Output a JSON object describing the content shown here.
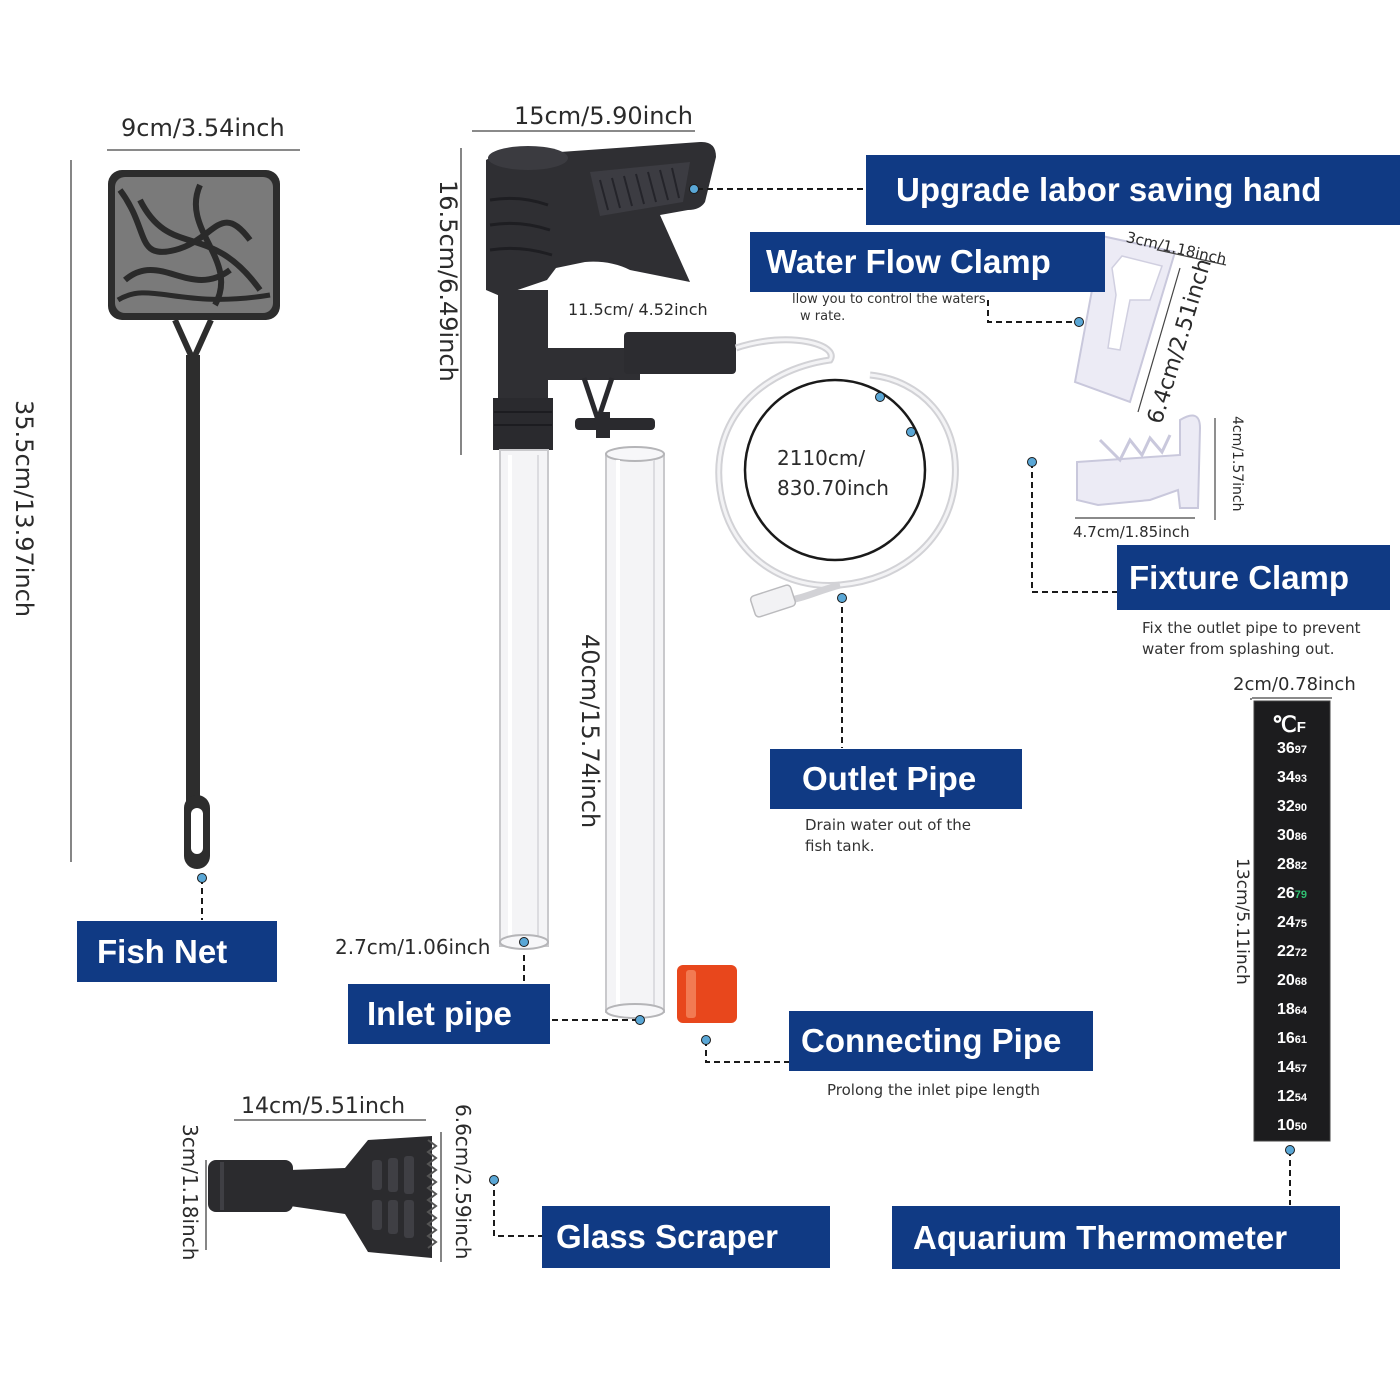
{
  "fish_net": {
    "label": "Fish Net",
    "width_dim": "9cm/3.54inch",
    "length_dim": "35.5cm/13.97inch"
  },
  "siphon": {
    "handle_width_dim": "15cm/5.90inch",
    "handle_height_dim": "16.5cm/6.49inch",
    "outlet_nozzle_dim": "11.5cm/ 4.52inch",
    "inlet_length_dim": "40cm/15.74inch",
    "inlet_diameter_dim": "2.7cm/1.06inch",
    "hose_line1": "2110cm/",
    "hose_line2": "830.70inch"
  },
  "upgrade_hand": {
    "label": "Upgrade labor saving hand"
  },
  "water_flow_clamp": {
    "label": "Water Flow Clamp",
    "desc_line1": "llow you to control the waters",
    "desc_line2": "w rate.",
    "width_dim": "3cm/1.18inch",
    "length_dim": "6.4cm/2.51inch"
  },
  "fixture_clamp": {
    "label": "Fixture Clamp",
    "height_dim": "4cm/1.57inch",
    "width_dim": "4.7cm/1.85inch",
    "desc_line1": "Fix the outlet pipe to prevent",
    "desc_line2": "water from splashing out."
  },
  "outlet_pipe": {
    "label": "Outlet Pipe",
    "desc_line1": "Drain water out of the",
    "desc_line2": "fish tank."
  },
  "inlet_pipe": {
    "label": "Inlet pipe"
  },
  "connecting_pipe": {
    "label": "Connecting Pipe",
    "desc": "Prolong the inlet pipe length"
  },
  "glass_scraper": {
    "label": "Glass Scraper",
    "width_dim": "14cm/5.51inch",
    "head_dim": "6.6cm/2.59inch",
    "handle_dim": "3cm/1.18inch"
  },
  "thermometer": {
    "label": "Aquarium Thermometer",
    "width_dim": "2cm/0.78inch",
    "length_dim": "13cm/5.11inch",
    "unit_c": "℃",
    "unit_f": "F",
    "scale": [
      {
        "c": "36",
        "f": "97"
      },
      {
        "c": "34",
        "f": "93"
      },
      {
        "c": "32",
        "f": "90"
      },
      {
        "c": "30",
        "f": "86"
      },
      {
        "c": "28",
        "f": "82"
      },
      {
        "c": "26",
        "f": "79"
      },
      {
        "c": "24",
        "f": "75"
      },
      {
        "c": "22",
        "f": "72"
      },
      {
        "c": "20",
        "f": "68"
      },
      {
        "c": "18",
        "f": "64"
      },
      {
        "c": "16",
        "f": "61"
      },
      {
        "c": "14",
        "f": "57"
      },
      {
        "c": "12",
        "f": "54"
      },
      {
        "c": "10",
        "f": "50"
      }
    ],
    "highlight_index": 5
  },
  "colors": {
    "label_bg": "#103a84",
    "connector_dot": "#5aa7d6",
    "highlight": "#2fbf71",
    "orange_cap": "#e8471c"
  }
}
